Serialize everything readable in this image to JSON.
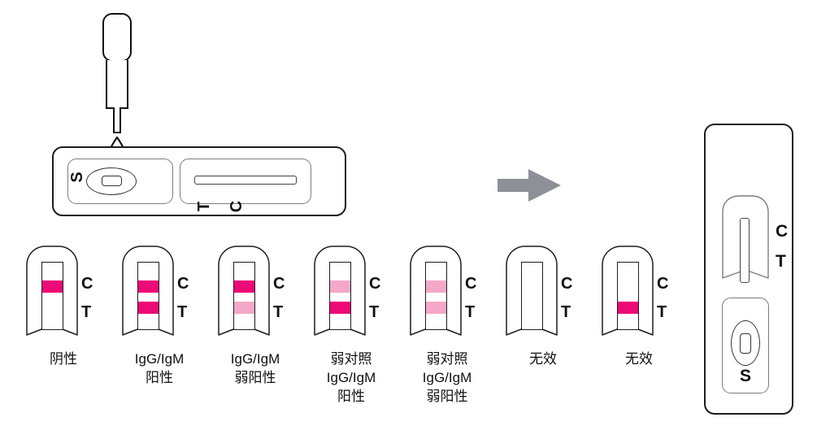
{
  "figure": {
    "title": "Rapid test cassette usage and result interpretation diagram",
    "colors": {
      "band_strong": "#EC0A76",
      "band_weak": "#F4A8C8",
      "outline": "#1d1d1d",
      "window_outline": "#7d7d7d",
      "arrow": "#8d9096"
    }
  },
  "dropper": {
    "name": "sample-dropper",
    "droplet": "sample-droplet"
  },
  "cassette_horizontal": {
    "sample_label": "S",
    "test_label": "T",
    "control_label": "C"
  },
  "arrow": {
    "direction": "right"
  },
  "cassette_vertical": {
    "control_label": "C",
    "test_label": "T",
    "sample_label": "S"
  },
  "result_letters": {
    "control": "C",
    "test": "T"
  },
  "strips": [
    {
      "id": "strip-1",
      "label": "阴性",
      "control_band": "strong",
      "test_band": "none"
    },
    {
      "id": "strip-2",
      "label": "IgG/IgM\n阳性",
      "control_band": "strong",
      "test_band": "strong"
    },
    {
      "id": "strip-3",
      "label": "IgG/IgM\n弱阳性",
      "control_band": "strong",
      "test_band": "weak"
    },
    {
      "id": "strip-4",
      "label": "弱对照\nIgG/IgM\n阳性",
      "control_band": "weak",
      "test_band": "strong"
    },
    {
      "id": "strip-5",
      "label": "弱对照\nIgG/IgM\n弱阳性",
      "control_band": "weak",
      "test_band": "weak"
    },
    {
      "id": "strip-6",
      "label": "无效",
      "control_band": "none",
      "test_band": "none"
    },
    {
      "id": "strip-7",
      "label": "无效",
      "control_band": "none",
      "test_band": "strong"
    }
  ]
}
